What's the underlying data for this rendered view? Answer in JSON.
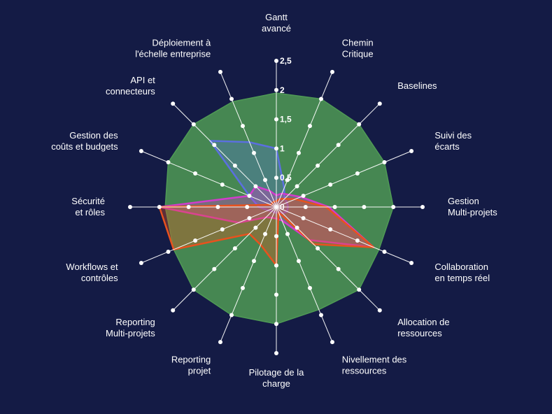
{
  "chart_data": {
    "type": "radar",
    "axes": [
      [
        "Gantt",
        "avancé"
      ],
      [
        "Chemin",
        "Critique"
      ],
      [
        "Baselines"
      ],
      [
        "Suivi des",
        "écarts"
      ],
      [
        "Gestion",
        "Multi-projets"
      ],
      [
        "Collaboration",
        "en temps réel"
      ],
      [
        "Allocation de",
        "ressources"
      ],
      [
        "Nivellement des",
        "ressources"
      ],
      [
        "Pilotage de la",
        "charge"
      ],
      [
        "Reporting",
        "projet"
      ],
      [
        "Reporting",
        "Multi-projets"
      ],
      [
        "Workflows et",
        "contrôles"
      ],
      [
        "Sécurité",
        "et rôles"
      ],
      [
        "Gestion des",
        "coûts et budgets"
      ],
      [
        "API et",
        "connecteurs"
      ],
      [
        "Déploiement à",
        "l'échelle entreprise"
      ]
    ],
    "rlim": [
      0,
      2.5
    ],
    "ticks": [
      "0",
      "0,5",
      "1",
      "1,5",
      "2",
      "2,5"
    ],
    "series": [
      {
        "color": "#4f9a55",
        "fill_opacity": 0.85,
        "values": [
          1.95,
          2.0,
          2.0,
          2.0,
          2.0,
          1.9,
          2.0,
          1.9,
          2.0,
          2.0,
          2.0,
          1.9,
          1.9,
          2.0,
          2.0,
          1.95
        ]
      },
      {
        "color": "#5b6fe0",
        "fill_opacity": 0.3,
        "values": [
          1.0,
          0.35,
          0.2,
          0.2,
          0.2,
          0.2,
          0.15,
          0.1,
          0.1,
          0.1,
          0.1,
          0.15,
          0.3,
          0.5,
          1.6,
          1.2
        ]
      },
      {
        "color": "#d33ccc",
        "fill_opacity": 0.35,
        "values": [
          0.2,
          0.25,
          0.3,
          0.45,
          0.9,
          1.8,
          0.8,
          0.25,
          0.2,
          0.2,
          0.25,
          0.7,
          2.0,
          0.5,
          0.5,
          0.3
        ]
      },
      {
        "color": "#e8521e",
        "fill_opacity": 0.35,
        "values": [
          0.1,
          0.15,
          0.2,
          0.35,
          0.85,
          1.8,
          0.9,
          0.1,
          1.0,
          0.7,
          0.65,
          1.9,
          2.0,
          0.1,
          0.1,
          0.1
        ]
      }
    ]
  }
}
